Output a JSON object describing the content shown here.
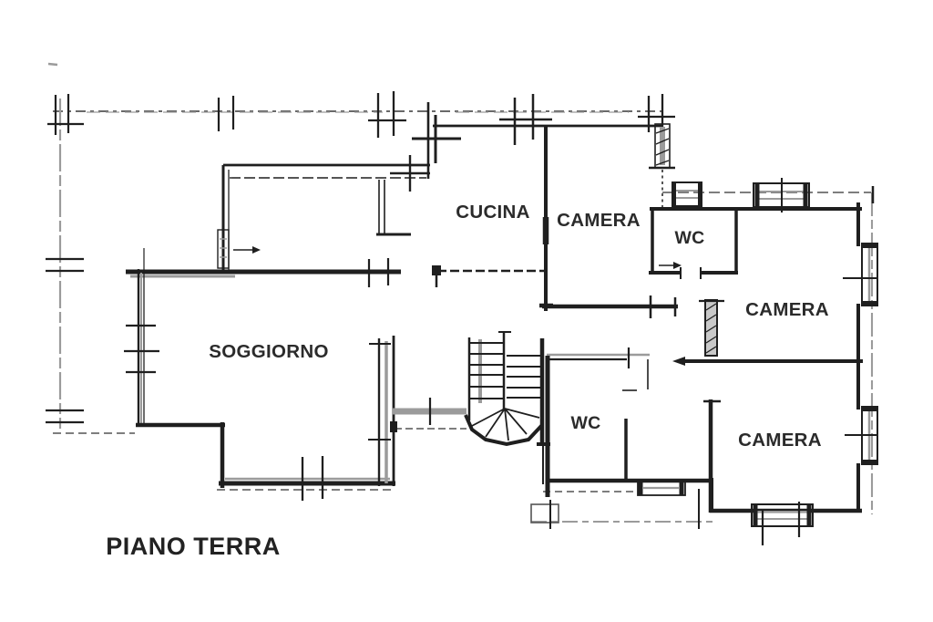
{
  "title": "PIANO TERRA",
  "floor_plan": {
    "labels": {
      "soggiorno": "SOGGIORNO",
      "cucina": "CUCINA",
      "camera_top": "CAMERA",
      "wc_top": "WC",
      "camera_mid": "CAMERA",
      "wc_lower": "WC",
      "camera_bottom": "CAMERA"
    },
    "colors": {
      "ink": "#1f1f1f",
      "gray": "#9b9b9b",
      "lightgray": "#c9c9c9",
      "outline": "#545454",
      "bg": "#ffffff",
      "label": "#2b2b2b"
    }
  }
}
